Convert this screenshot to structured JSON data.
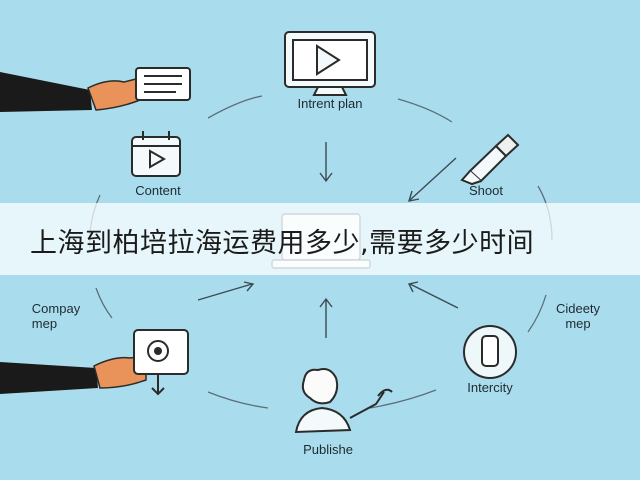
{
  "nodes": {
    "intent_plan": "Intrent plan",
    "content": "Content",
    "shoot": "Shoot",
    "company_map": [
      "Compay",
      "mep"
    ],
    "cideety_map": [
      "Cideety",
      "mep"
    ],
    "interactivity": "Intercity",
    "publish": "Publishe"
  },
  "banner": {
    "title": "上海到柏培拉海运费用多少,需要多少时间"
  },
  "colors": {
    "background": "#a9dded",
    "stroke": "#2b2b2b",
    "skin": "#e9925a",
    "sleeve": "#1a1a1a"
  }
}
